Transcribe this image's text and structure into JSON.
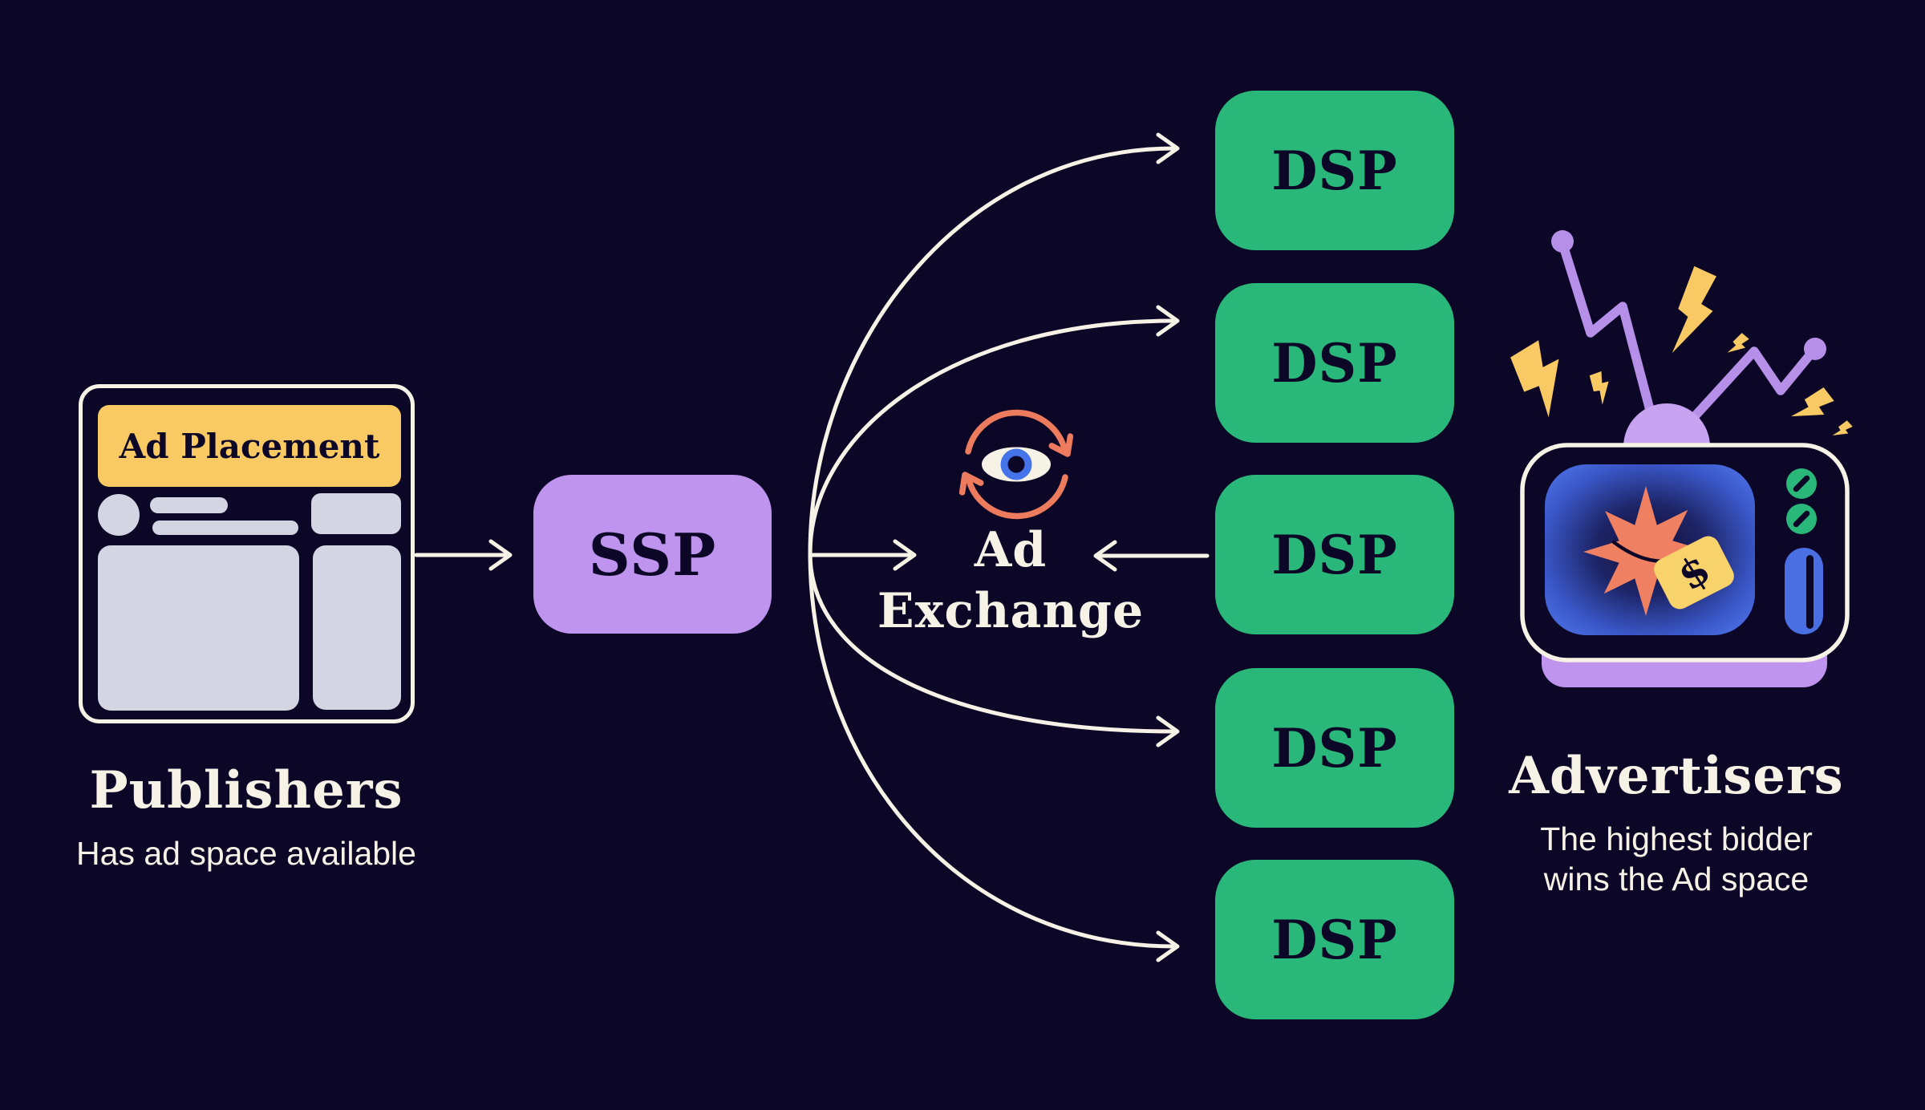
{
  "publisher": {
    "banner": "Ad Placement",
    "title": "Publishers",
    "subtitle": "Has ad space available"
  },
  "ssp": {
    "label": "SSP"
  },
  "ad_exchange": {
    "line1": "Ad",
    "line2": "Exchange",
    "icon": "eye-with-refresh-arrows"
  },
  "dsp": {
    "labels": [
      "DSP",
      "DSP",
      "DSP",
      "DSP",
      "DSP"
    ]
  },
  "advertisers": {
    "title": "Advertisers",
    "subtitle_line1": "The highest bidder",
    "subtitle_line2": "wins the Ad space",
    "icon": "retro-tv-with-antennae-and-lightning",
    "price_tag_symbol": "$"
  },
  "colors": {
    "background": "#0d0727",
    "cream": "#f7f2e6",
    "yellow": "#f9ca63",
    "placeholder_gray": "#d4d5e3",
    "purple": "#be94ee",
    "green": "#2ab77a",
    "orange": "#ed7b5d",
    "blue": "#4a6fe3",
    "iris_blue": "#4573e9",
    "tag_yellow": "#f8d26b"
  }
}
